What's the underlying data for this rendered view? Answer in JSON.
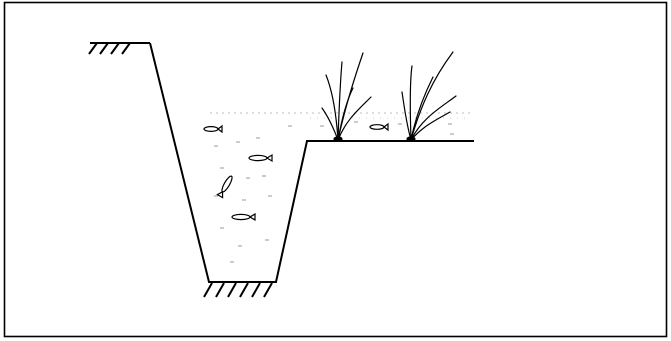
{
  "diagram": {
    "subject": "pond-cross-section",
    "elements": [
      "fixed-ground-hatch",
      "deep-trench",
      "shallow-shelf",
      "water-surface",
      "fish",
      "reeds"
    ],
    "fish_count": 5,
    "reed_clumps": 2,
    "line_color": "#000000",
    "background_color": "#ffffff"
  }
}
